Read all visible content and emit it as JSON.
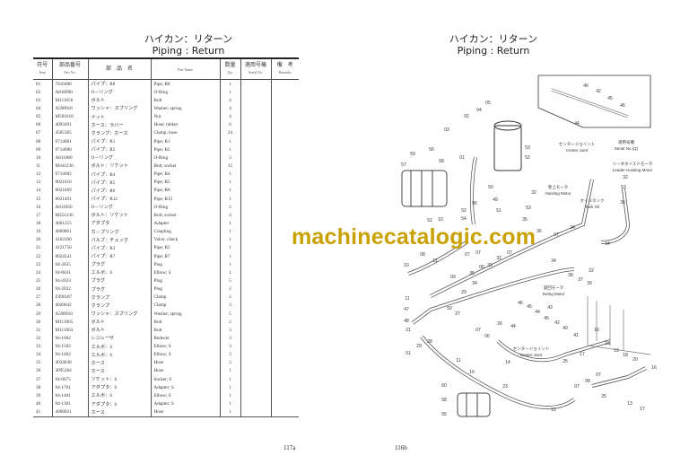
{
  "left_page": {
    "title_jp": "ハイカン：リターン",
    "title_en": "Piping : Return",
    "page_number": "117a",
    "headers": [
      {
        "jp": "符号",
        "en": "Item"
      },
      {
        "jp": "部品番号",
        "en": "Part No."
      },
      {
        "jp": "部　品　名",
        "en": ""
      },
      {
        "jp": "",
        "en": "Part Name"
      },
      {
        "jp": "数量",
        "en": "Qty"
      },
      {
        "jp": "適用号機",
        "en": "Serial No."
      },
      {
        "jp": "備　考",
        "en": "Remarks"
      }
    ],
    "rows": [
      [
        "01",
        "7010488",
        "パイプ：R8",
        "Pipe; R8",
        "1"
      ],
      [
        "02",
        "A810090",
        "O－リング",
        "O-Ring",
        "1"
      ],
      [
        "03",
        "M111656",
        "ボルト",
        "Bolt",
        "4"
      ],
      [
        "04",
        "A590916",
        "ワッシャ：スプリング",
        "Washer; spring",
        "4"
      ],
      [
        "05",
        "M501610",
        "ナット",
        "Nut",
        "4"
      ],
      [
        "06",
        "4093491",
        "ホース：ラバー",
        "Hose; rubber",
        "6"
      ],
      [
        "07",
        "4505385",
        "クランプ：ホース",
        "Clamp; hose",
        "24"
      ],
      [
        "08",
        "9714681",
        "パイプ：R1",
        "Pipe; R1",
        "1"
      ],
      [
        "09",
        "9714680",
        "パイプ：R2",
        "Pipe; R2",
        "1"
      ],
      [
        "10",
        "A811060",
        "O－リング",
        "O-Ring",
        "3"
      ],
      [
        "11",
        "M341236",
        "ボルト：ソケット",
        "Bolt; socket",
        "12"
      ],
      [
        "12",
        "9714682",
        "パイプ：R4",
        "Pipe; R4",
        "1"
      ],
      [
        "13",
        "8021610",
        "パイプ：R5",
        "Pipe; R5",
        "1"
      ],
      [
        "14",
        "8021609",
        "パイプ：R6",
        "Pipe; R6",
        "1"
      ],
      [
        "15",
        "8021491",
        "パイプ：R12",
        "Pipe; R12",
        "1"
      ],
      [
        "16",
        "A811050",
        "O－リング",
        "O-Ring",
        "2"
      ],
      [
        "17",
        "M351236",
        "ボルト：ソケット",
        "Bolt; socket",
        "4"
      ],
      [
        "18",
        "4061255",
        "アダプタ",
        "Adapter",
        "1"
      ],
      [
        "19",
        "4069801",
        "カ－プリング",
        "Coupling",
        "1"
      ],
      [
        "20",
        "4103100",
        "バルブ：チェック",
        "Valve; check",
        "1"
      ],
      [
        "21",
        "4121750",
        "パイプ：R3",
        "Pipe; R3",
        "1"
      ],
      [
        "22",
        "8024541",
        "パイプ：R7",
        "Pipe; R7",
        "1"
      ],
      [
        "23",
        "94-2025",
        "プラグ",
        "Plug",
        "1"
      ],
      [
        "24",
        "94-0631",
        "エルボ：S",
        "Elbow; S",
        "1"
      ],
      [
        "25",
        "94-2023",
        "プラグ",
        "Plug",
        "5"
      ],
      [
        "26",
        "94-2022",
        "プラグ",
        "Plug",
        "2"
      ],
      [
        "27",
        "Z496187",
        "クランプ",
        "Clamp",
        "2"
      ],
      [
        "28",
        "4020642",
        "クランプ",
        "Clamp",
        "3"
      ],
      [
        "29",
        "A590910",
        "ワッシャ：スプリング",
        "Washer; spring",
        "5"
      ],
      [
        "30",
        "M111065",
        "ボルト",
        "Bolt",
        "2"
      ],
      [
        "31",
        "M111063",
        "ボルト",
        "Bolt",
        "3"
      ],
      [
        "32",
        "94-1602",
        "レジューサ",
        "Reducer",
        "3"
      ],
      [
        "33",
        "94-1502",
        "エルボ：S",
        "Elbow; S",
        "3"
      ],
      [
        "34",
        "94-1402",
        "エルボ：S",
        "Elbow; S",
        "3"
      ],
      [
        "35",
        "4024638",
        "ホース",
        "Hose",
        "2"
      ],
      [
        "36",
        "4095284",
        "ホース",
        "Hose",
        "1"
      ],
      [
        "37",
        "94-0675",
        "ソケット：S",
        "Socket; S",
        "1"
      ],
      [
        "38",
        "94-1701",
        "アダプタ：S",
        "Adapter; S",
        "1"
      ],
      [
        "39",
        "94-1401",
        "エルボ：S",
        "Elbow; S",
        "1"
      ],
      [
        "40",
        "94-1301",
        "アダプタ：S",
        "Adapter; S",
        "1"
      ],
      [
        "41",
        "4008031",
        "ホース",
        "Hose",
        "1"
      ]
    ]
  },
  "watermark": "machinecatalogic.com",
  "right_page": {
    "title_jp": "ハイカン：リターン",
    "title_en": "Piping : Return",
    "page_number": "116b",
    "notes": {
      "center_joint_jp": "センタージョイント",
      "center_joint_en": "Center Joint",
      "serial_jp": "適用号機",
      "serial_en": "Serial No.(Q)",
      "leader_motor_jp": "リーダホイスドモータ",
      "leader_motor_en": "Leader Hoisting Motor",
      "hoist_motor_jp": "巻上モータ",
      "hoist_motor_en": "Hoisting Motor",
      "tank_jp": "オイルタンク",
      "tank_en": "Tank Oil",
      "swing_motor_jp": "旋回モータ",
      "swing_motor_en": "Swing Motor"
    },
    "callouts": [
      "40",
      "42",
      "45",
      "46",
      "44",
      "05",
      "04",
      "02",
      "03",
      "53",
      "52",
      "01",
      "59",
      "56",
      "57",
      "58",
      "50",
      "49",
      "32",
      "32",
      "53",
      "36",
      "54",
      "52",
      "06",
      "51",
      "53",
      "52",
      "10",
      "07",
      "07",
      "08",
      "11",
      "10",
      "09",
      "06",
      "35",
      "36",
      "07",
      "07",
      "32",
      "33",
      "34",
      "35",
      "34",
      "24",
      "34",
      "22",
      "38",
      "37",
      "39",
      "11",
      "47",
      "48",
      "21",
      "29",
      "50",
      "27",
      "46",
      "45",
      "44",
      "43",
      "45",
      "42",
      "40",
      "41",
      "44",
      "26",
      "07",
      "06",
      "16",
      "15",
      "19",
      "18",
      "20",
      "17",
      "16",
      "29",
      "28",
      "51",
      "11",
      "10",
      "14",
      "25",
      "23",
      "07",
      "08",
      "07",
      "25",
      "13",
      "17",
      "12",
      "60",
      "58",
      "55"
    ]
  }
}
